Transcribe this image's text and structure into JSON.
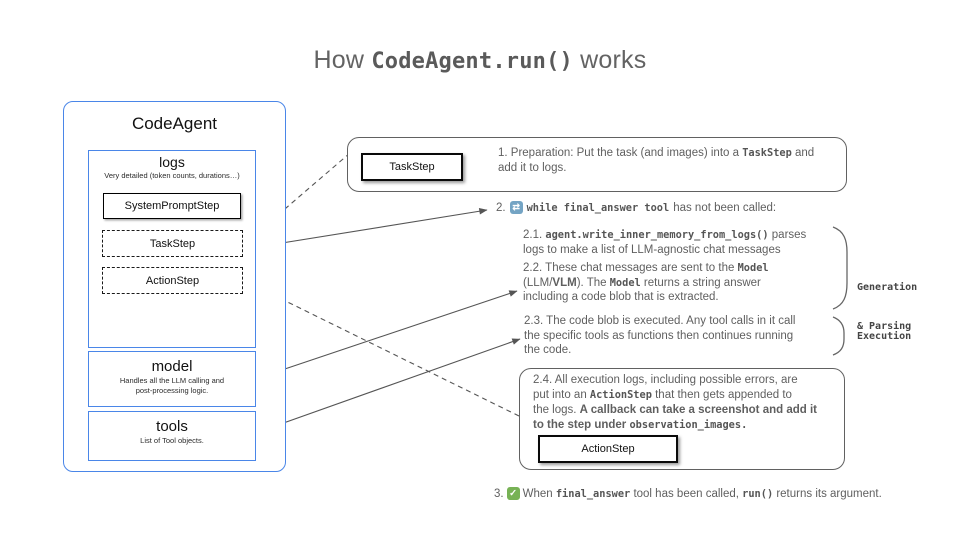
{
  "title": {
    "prefix": "How ",
    "code": "CodeAgent.run()",
    "suffix": " works"
  },
  "agent_panel": {
    "title": "CodeAgent",
    "logs": {
      "title": "logs",
      "subtitle": "Very detailed (token counts, durations…)",
      "items": [
        "SystemPromptStep",
        "TaskStep",
        "ActionStep"
      ]
    },
    "model": {
      "title": "model",
      "subtitle_l1": "Handles all the LLM calling and",
      "subtitle_l2": "post-processing logic."
    },
    "tools": {
      "title": "tools",
      "subtitle": "List of Tool objects."
    }
  },
  "flow": {
    "step1": {
      "box_label": "TaskStep",
      "l0a": "1.  Preparation: Put the task (and images) into a ",
      "l0b": "TaskStep",
      "l0c": " and",
      "l1": "add it to logs."
    },
    "step2": {
      "num": "2.",
      "icon_glyph": "⇄",
      "code": "while final_answer tool",
      "rest": " has not been called:"
    },
    "step21": {
      "l0a": "2.1.  ",
      "l0b": "agent.write_inner_memory_from_logs()",
      "l0c": "  parses",
      "l1": "logs to make a list of LLM-agnostic chat messages"
    },
    "step22": {
      "l0a": "2.2. These chat messages are sent to the ",
      "l0b": "Model",
      "l1a": "(LLM/",
      "l1b": "VLM",
      "l1c": "). The ",
      "l1d": "Model",
      "l1e": "  returns a string answer",
      "l2": "including a code blob that is extracted."
    },
    "step23": {
      "l0": "2.3. The code blob is executed. Any tool calls in it call",
      "l1": "the specific tools as functions then continues running",
      "l2": "the code."
    },
    "step24": {
      "l0": "2.4. All execution logs, including possible errors, are",
      "l1a": "put into an ",
      "l1b": "ActionStep",
      "l1c": " that then gets appended to",
      "l2a": "the logs. ",
      "l2b": "A callback can  take a screenshot and add it",
      "l3a": "to the step under ",
      "l3b": "observation_images.",
      "box_label": "ActionStep"
    },
    "step3": {
      "num": "3.",
      "icon_glyph": "✓",
      "a": " When ",
      "b": "final_answer",
      "c": " tool has been called, ",
      "d": "run()",
      "e": " returns its argument."
    },
    "labels": {
      "gen_l1": "Generation",
      "gen_l2": "& Parsing",
      "exec": "Execution"
    }
  },
  "colors": {
    "accent_blue": "#4a86e8",
    "border_gray": "#616161",
    "text_gray": "#5f5f5f",
    "loop_icon_bg": "#74a4c4",
    "check_icon_bg": "#77b255"
  }
}
